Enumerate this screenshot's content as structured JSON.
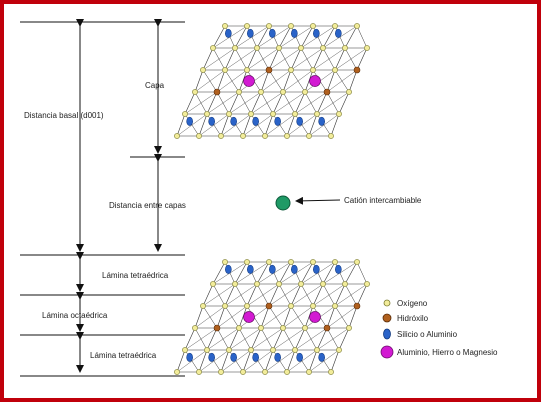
{
  "labels": {
    "capa": "Capa",
    "distancia_basal": "Distancia basal (d001)",
    "distancia_entre_capas": "Distancia entre capas",
    "cation": "Catión intercambiable",
    "lamina_tetraedrica_top": "Lámina tetraédrica",
    "lamina_octaedrica": "Lámina octaédrica",
    "lamina_tetraedrica_bottom": "Lámina tetraédrica"
  },
  "legend": [
    {
      "label": "Oxígeno",
      "color": "#f2ec9a",
      "edge": "#7a7a30"
    },
    {
      "label": "Hidróxilo",
      "color": "#b0601e",
      "edge": "#5a2c08"
    },
    {
      "label": "Silicio o Aluminio",
      "color": "#2a63c8",
      "edge": "#123a80"
    },
    {
      "label": "Aluminio, Hierro o Magnesio",
      "color": "#d21ad2",
      "edge": "#6b0a6b"
    }
  ],
  "colors": {
    "frame": "#c0000b",
    "cation": "#1f9a66",
    "lattice": "#333333"
  }
}
